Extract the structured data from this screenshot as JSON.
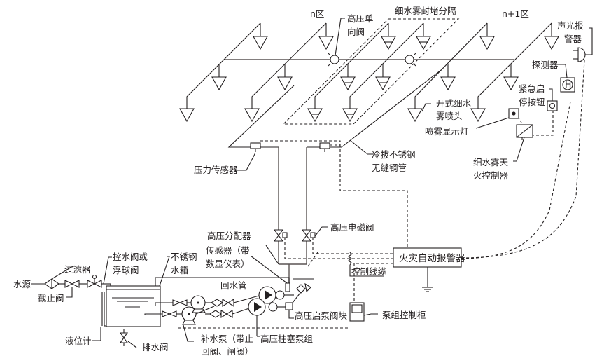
{
  "title": "高压细水雾灭火系统示意图",
  "zones": {
    "zone_n": "n区",
    "zone_n1": "n+1区"
  },
  "labels": {
    "check_valve": [
      "高压单",
      "向阀"
    ],
    "partition": "细水雾封堵分隔",
    "alarm_sound_light": [
      "声光报",
      "警器"
    ],
    "detector": "探测器",
    "emergency_button": [
      "紧急启",
      "停按钮"
    ],
    "nozzle": [
      "开式细水",
      "雾喷头"
    ],
    "spray_indicator": "喷雾显示灯",
    "controller": [
      "细水雾天",
      "火控制器"
    ],
    "pipe": [
      "冷拔不锈钢",
      "无缝钢管"
    ],
    "pressure_sensor": "压力传感器",
    "distributor": "高压分配器",
    "solenoid_valve": "高压电磁阀",
    "sensor_display": [
      "传感器（带",
      "数显仪表）"
    ],
    "fire_alarm": "火灾自动报警器",
    "control_cable": "控制线缆",
    "water_source": "水源",
    "filter": "过滤器",
    "stop_valve": "截止阀",
    "float_valve": [
      "控水阀或",
      "浮球阀"
    ],
    "tank": [
      "不锈钢",
      "水箱"
    ],
    "return_pipe": "回水管",
    "level_gauge": "液位计",
    "drain_valve": "排水阀",
    "makeup_pump": [
      "补水泵（带止",
      "回阀、闸阀）"
    ],
    "plunger_pump": "高压柱塞泵组",
    "pump_valve_block": "高压启泵阀块",
    "pump_cabinet": "泵组控制柜"
  },
  "icons": {
    "detector_symbol": "H"
  }
}
